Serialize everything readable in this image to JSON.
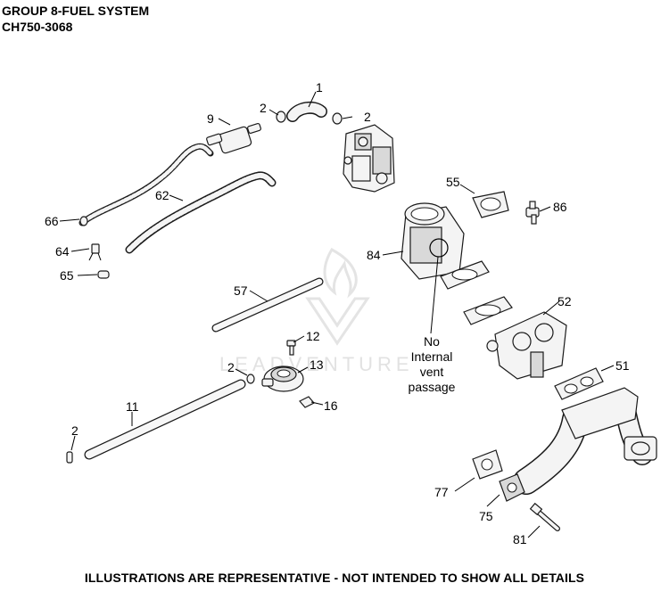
{
  "header": {
    "title": "GROUP 8-FUEL SYSTEM",
    "model": "CH750-3068"
  },
  "footer": {
    "disclaimer": "ILLUSTRATIONS ARE REPRESENTATIVE - NOT INTENDED TO SHOW ALL DETAILS"
  },
  "watermark": {
    "text": "LEADVENTURE"
  },
  "note": {
    "lines": [
      "No",
      "Internal",
      "vent",
      "passage"
    ]
  },
  "callouts": [
    {
      "id": "c1",
      "label": "1"
    },
    {
      "id": "c2a",
      "label": "2"
    },
    {
      "id": "c2b",
      "label": "2"
    },
    {
      "id": "c9",
      "label": "9"
    },
    {
      "id": "c62",
      "label": "62"
    },
    {
      "id": "c66",
      "label": "66"
    },
    {
      "id": "c64",
      "label": "64"
    },
    {
      "id": "c65",
      "label": "65"
    },
    {
      "id": "c55",
      "label": "55"
    },
    {
      "id": "c86",
      "label": "86"
    },
    {
      "id": "c84",
      "label": "84"
    },
    {
      "id": "c57",
      "label": "57"
    },
    {
      "id": "c52",
      "label": "52"
    },
    {
      "id": "c12",
      "label": "12"
    },
    {
      "id": "c2c",
      "label": "2"
    },
    {
      "id": "c13",
      "label": "13"
    },
    {
      "id": "c51",
      "label": "51"
    },
    {
      "id": "c16",
      "label": "16"
    },
    {
      "id": "c11",
      "label": "11"
    },
    {
      "id": "c2d",
      "label": "2"
    },
    {
      "id": "c77",
      "label": "77"
    },
    {
      "id": "c75",
      "label": "75"
    },
    {
      "id": "c81",
      "label": "81"
    }
  ]
}
